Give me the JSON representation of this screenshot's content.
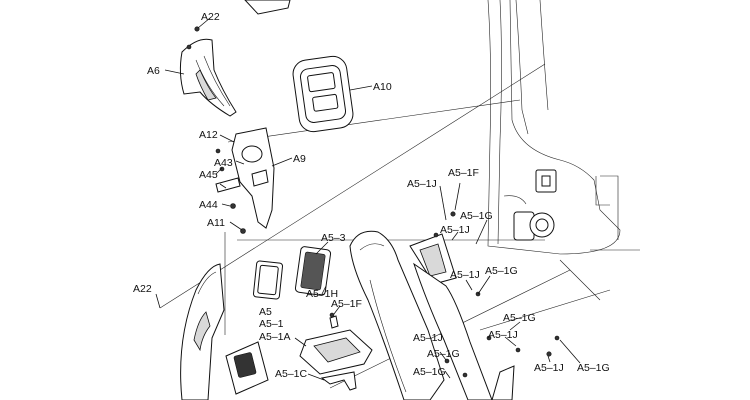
{
  "diagram": {
    "callouts": [
      {
        "id": "a22_top",
        "text": "A22"
      },
      {
        "id": "a6",
        "text": "A6"
      },
      {
        "id": "a10",
        "text": "A10"
      },
      {
        "id": "a12",
        "text": "A12"
      },
      {
        "id": "a43",
        "text": "A43"
      },
      {
        "id": "a9",
        "text": "A9"
      },
      {
        "id": "a45",
        "text": "A45"
      },
      {
        "id": "a44",
        "text": "A44"
      },
      {
        "id": "a11",
        "text": "A11"
      },
      {
        "id": "a5_3",
        "text": "A5–3"
      },
      {
        "id": "a22_left",
        "text": "A22"
      },
      {
        "id": "a5_1h",
        "text": "A5–1H"
      },
      {
        "id": "a5_1f_mid",
        "text": "A5–1F"
      },
      {
        "id": "a5",
        "text": "A5"
      },
      {
        "id": "a5_1",
        "text": "A5–1"
      },
      {
        "id": "a5_1a",
        "text": "A5–1A"
      },
      {
        "id": "a5_1c",
        "text": "A5–1C"
      },
      {
        "id": "a5_1j_top",
        "text": "A5–1J"
      },
      {
        "id": "a5_1f_top",
        "text": "A5–1F"
      },
      {
        "id": "a5_1g_top",
        "text": "A5–1G"
      },
      {
        "id": "a5_1j_2",
        "text": "A5–1J"
      },
      {
        "id": "a5_1j_3",
        "text": "A5–1J"
      },
      {
        "id": "a5_1g_2",
        "text": "A5–1G"
      },
      {
        "id": "a5_1g_3",
        "text": "A5–1G"
      },
      {
        "id": "a5_1j_4",
        "text": "A5–1J"
      },
      {
        "id": "a5_1j_5",
        "text": "A5–1J"
      },
      {
        "id": "a5_1g_bot",
        "text": "A5–1G"
      },
      {
        "id": "a5_1g_mid",
        "text": "A5–1G"
      },
      {
        "id": "a5_1j_bot",
        "text": "A5–1J"
      },
      {
        "id": "a5_1g_right",
        "text": "A5–1G"
      }
    ]
  }
}
